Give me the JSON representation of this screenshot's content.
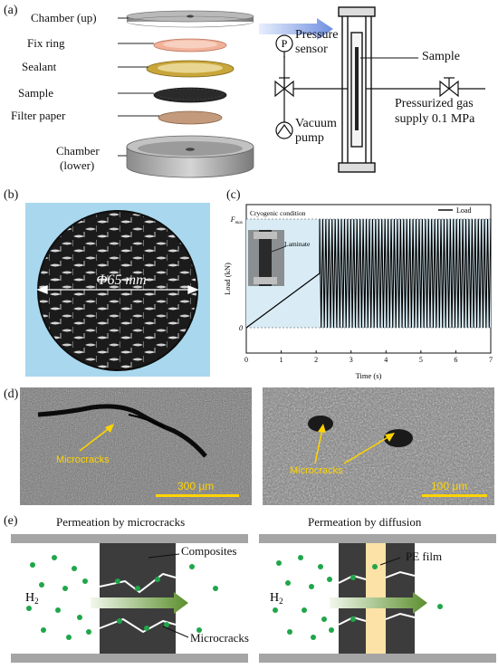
{
  "panel_a": {
    "tag": "(a)",
    "parts": [
      "Chamber (up)",
      "Fix ring",
      "Sealant",
      "Sample",
      "Filter paper"
    ],
    "chamber_lower": [
      "Chamber",
      "(lower)"
    ],
    "pressure_sensor": [
      "Pressure",
      "sensor"
    ],
    "pressure_symbol": "P",
    "vacuum_pump": [
      "Vacuum",
      "pump"
    ],
    "sample_label": "Sample",
    "gas_supply": [
      "Pressurized gas",
      "supply 0.1 MPa"
    ]
  },
  "panel_b": {
    "tag": "(b)",
    "diameter": "Φ65 mm"
  },
  "panel_c": {
    "tag": "(c)",
    "condition": "Cryogenic condition",
    "legend": "Load",
    "inset_label": "Laminate",
    "chart_data": {
      "type": "line",
      "xlabel": "Time (s)",
      "ylabel": "Load (kN)",
      "x_ticks": [
        "0",
        "1",
        "2",
        "3",
        "4",
        "5",
        "6",
        "7"
      ],
      "y_ticks": [
        "0",
        "Fmax"
      ],
      "xlim": [
        0,
        7
      ],
      "ylim_fraction": [
        0,
        1
      ],
      "series": [
        {
          "name": "Load",
          "segments": [
            {
              "kind": "ramp",
              "x": [
                0,
                2.1
              ],
              "y": [
                0,
                0.5
              ]
            },
            {
              "kind": "cyclic",
              "x": [
                2.1,
                7
              ],
              "y_min": 0,
              "y_max": 1,
              "cycles": 55
            }
          ]
        }
      ]
    }
  },
  "panel_d": {
    "tag": "(d)",
    "left": {
      "label": "Microcracks",
      "scale": "300 μm"
    },
    "right": {
      "label": "Microcracks",
      "scale": "100 μm"
    }
  },
  "panel_e": {
    "tag": "(e)",
    "left": {
      "title": "Permeation by microcracks",
      "composites": "Composites",
      "microcracks": "Microcracks",
      "gas_main": "H",
      "gas_sub": "2"
    },
    "right": {
      "title": "Permeation by diffusion",
      "film": "PE film",
      "gas_main": "H",
      "gas_sub": "2"
    }
  },
  "colors": {
    "sky_bg": "#a9d8ee",
    "plot_shade": "#d9ecf5",
    "scale_yellow": "#ffd400",
    "h2_dot": "#1fa64a",
    "composite_dark": "#3c3c3c",
    "pe_film": "#fce2a6",
    "wall_gray": "#a5a5a5"
  }
}
